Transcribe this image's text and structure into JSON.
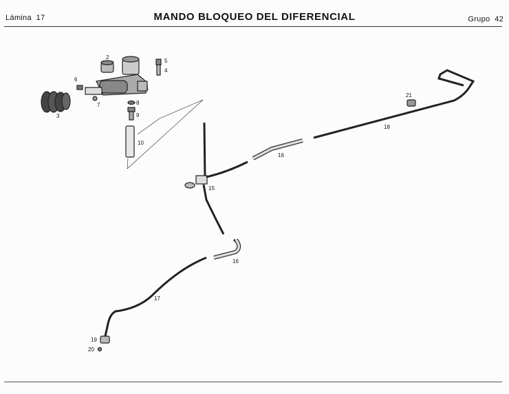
{
  "header": {
    "lamina_label": "Lámina",
    "lamina_number": "17",
    "title": "MANDO BLOQUEO DEL DIFERENCIAL",
    "grupo_label": "Grupo",
    "grupo_number": "42"
  },
  "part_labels": {
    "p1": "1",
    "p2": "2",
    "p3": "3",
    "p4": "4",
    "p5": "5",
    "p6": "6",
    "p7": "7",
    "p8": "8",
    "p9": "9",
    "p10": "10",
    "p15": "15",
    "p16a": "16",
    "p16b": "16",
    "p17": "17",
    "p18": "18",
    "p19": "19",
    "p20": "20",
    "p21": "21"
  }
}
